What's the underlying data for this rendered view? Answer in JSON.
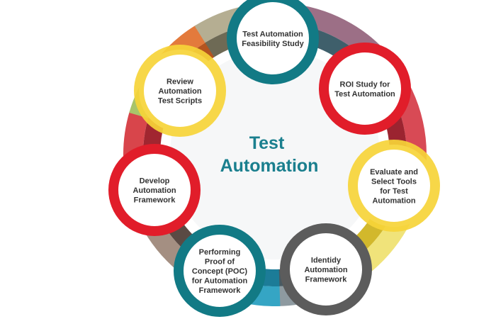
{
  "diagram": {
    "center": {
      "lines": [
        "Test",
        "Automation"
      ],
      "color": "#1a7f8e"
    },
    "colors": {
      "teal": "#127a85",
      "red": "#e11d2a",
      "yellow": "#f6d438",
      "gray": "#5c5c5c",
      "label": "#333333"
    },
    "ring_segments": [
      {
        "name": "ring-segment-mauve",
        "color": "#9c6f86",
        "inner": "#3f5f6b",
        "start": -82,
        "end": -38
      },
      {
        "name": "ring-segment-red-right",
        "color": "#d84a55",
        "inner": "#9b2430",
        "start": -38,
        "end": 12
      },
      {
        "name": "ring-segment-yellow-right",
        "color": "#f0e37a",
        "inner": "#d2b82c",
        "start": 12,
        "end": 58
      },
      {
        "name": "ring-segment-slate-bottom-right",
        "color": "#8e9aa0",
        "inner": "#485a62",
        "start": 58,
        "end": 88
      },
      {
        "name": "ring-segment-blue-bottom",
        "color": "#35a5c4",
        "inner": "#1c7c98",
        "start": 88,
        "end": 112
      },
      {
        "name": "ring-segment-taupe-bottom-left",
        "color": "#a48f82",
        "inner": "#5a4a44",
        "start": 112,
        "end": 158
      },
      {
        "name": "ring-segment-red-left",
        "color": "#d8454b",
        "inner": "#a12630",
        "start": 158,
        "end": 196
      },
      {
        "name": "ring-segment-green-left",
        "color": "#a8c46a",
        "inner": "#6f8c38",
        "start": 196,
        "end": 218
      },
      {
        "name": "ring-segment-orange-upper-left",
        "color": "#e37a3c",
        "inner": "#b4541f",
        "start": 218,
        "end": 238
      },
      {
        "name": "ring-segment-tan-upper-left",
        "color": "#b5ae92",
        "inner": "#6e6a55",
        "start": 238,
        "end": 278
      }
    ],
    "steps": [
      {
        "id": "feasibility",
        "ring": "teal",
        "lines": [
          "Test Automation",
          "Feasibility Study"
        ]
      },
      {
        "id": "roi",
        "ring": "red",
        "lines": [
          "ROI Study for",
          "Test Automation"
        ]
      },
      {
        "id": "evaluate-tools",
        "ring": "yellow",
        "lines": [
          "Evaluate and",
          "Select Tools",
          "for Test",
          "Automation"
        ]
      },
      {
        "id": "identify-framework",
        "ring": "gray",
        "lines": [
          "Identidy",
          "Automation",
          "Framework"
        ]
      },
      {
        "id": "poc",
        "ring": "teal",
        "lines": [
          "Performing",
          "Proof of",
          "Concept (POC)",
          "for Automation",
          "Framework"
        ]
      },
      {
        "id": "develop-framework",
        "ring": "red",
        "lines": [
          "Develop",
          "Automation",
          "Framework"
        ]
      },
      {
        "id": "review-scripts",
        "ring": "yellow",
        "lines": [
          "Review",
          "Automation",
          "Test Scripts"
        ]
      }
    ]
  }
}
